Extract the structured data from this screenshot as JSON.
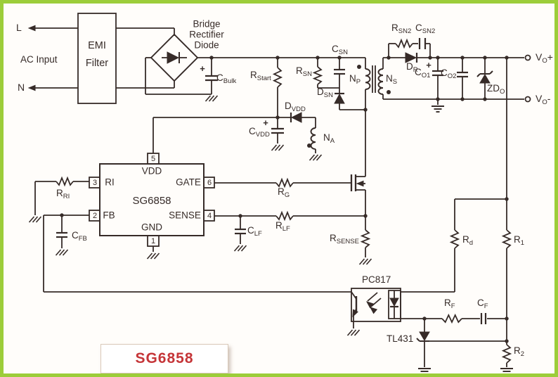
{
  "page": {
    "border_color": "#9ccd3a",
    "background": "#fffdfa",
    "line_color": "#362b28"
  },
  "badge": {
    "text": "SG6858",
    "color": "#c53538"
  },
  "input": {
    "l": "L",
    "n": "N",
    "ac": "AC Input",
    "emi_line1": "EMI",
    "emi_line2": "Filter",
    "bridge": "Bridge\nRectifier\nDiode"
  },
  "ic": {
    "part": "SG6858",
    "pins": {
      "p1": {
        "num": "1",
        "name": "GND"
      },
      "p2": {
        "num": "2",
        "name": "FB"
      },
      "p3": {
        "num": "3",
        "name": "RI"
      },
      "p4": {
        "num": "4",
        "name": "SENSE"
      },
      "p5": {
        "num": "5",
        "name": "VDD"
      },
      "p6": {
        "num": "6",
        "name": "GATE"
      }
    }
  },
  "symbols": {
    "plus": "+"
  },
  "components": {
    "c_bulk": {
      "base": "C",
      "sub": "Bulk"
    },
    "r_start": {
      "base": "R",
      "sub": "Start"
    },
    "r_sn": {
      "base": "R",
      "sub": "SN"
    },
    "c_sn": {
      "base": "C",
      "sub": "SN"
    },
    "d_sn": {
      "base": "D",
      "sub": "SN"
    },
    "d_vdd": {
      "base": "D",
      "sub": "VDD"
    },
    "c_vdd": {
      "base": "C",
      "sub": "VDD"
    },
    "n_a": {
      "base": "N",
      "sub": "A"
    },
    "n_p": {
      "base": "N",
      "sub": "P"
    },
    "n_s": {
      "base": "N",
      "sub": "S"
    },
    "r_sn2": {
      "base": "R",
      "sub": "SN2"
    },
    "c_sn2": {
      "base": "C",
      "sub": "SN2"
    },
    "d_r": {
      "base": "D",
      "sub": "R"
    },
    "c_o1": {
      "base": "C",
      "sub": "O1"
    },
    "c_o2": {
      "base": "C",
      "sub": "O2"
    },
    "zd_o": {
      "base": "ZD",
      "sub": "O"
    },
    "v_o_plus": {
      "base": "V",
      "sub": "O",
      "suffix": "+"
    },
    "v_o_minus": {
      "base": "V",
      "sub": "O",
      "suffix": "-"
    },
    "r_ri": {
      "base": "R",
      "sub": "RI"
    },
    "c_fb": {
      "base": "C",
      "sub": "FB"
    },
    "r_g": {
      "base": "R",
      "sub": "G"
    },
    "r_lf": {
      "base": "R",
      "sub": "LF"
    },
    "c_lf": {
      "base": "C",
      "sub": "LF"
    },
    "r_sense": {
      "base": "R",
      "sub": "SENSE"
    },
    "r_d": {
      "base": "R",
      "sub": "d"
    },
    "r_1": {
      "base": "R",
      "sub": "1"
    },
    "r_2": {
      "base": "R",
      "sub": "2"
    },
    "r_f": {
      "base": "R",
      "sub": "F"
    },
    "c_f": {
      "base": "C",
      "sub": "F"
    },
    "pc817": {
      "text": "PC817"
    },
    "tl431": {
      "text": "TL431"
    }
  }
}
